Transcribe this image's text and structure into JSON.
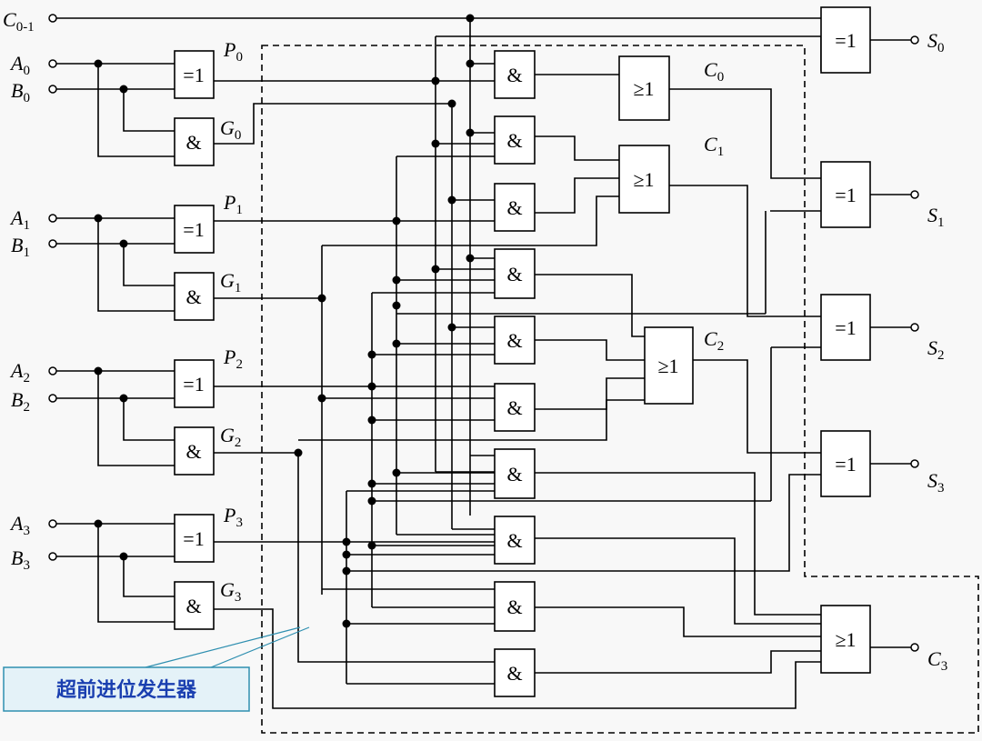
{
  "inputs": {
    "carry_in": {
      "name": "C",
      "sub": "0-1"
    },
    "a": [
      {
        "name": "A",
        "sub": "0"
      },
      {
        "name": "A",
        "sub": "1"
      },
      {
        "name": "A",
        "sub": "2"
      },
      {
        "name": "A",
        "sub": "3"
      }
    ],
    "b": [
      {
        "name": "B",
        "sub": "0"
      },
      {
        "name": "B",
        "sub": "1"
      },
      {
        "name": "B",
        "sub": "2"
      },
      {
        "name": "B",
        "sub": "3"
      }
    ]
  },
  "signals": {
    "p": [
      {
        "name": "P",
        "sub": "0"
      },
      {
        "name": "P",
        "sub": "1"
      },
      {
        "name": "P",
        "sub": "2"
      },
      {
        "name": "P",
        "sub": "3"
      }
    ],
    "g": [
      {
        "name": "G",
        "sub": "0"
      },
      {
        "name": "G",
        "sub": "1"
      },
      {
        "name": "G",
        "sub": "2"
      },
      {
        "name": "G",
        "sub": "3"
      }
    ],
    "c": [
      {
        "name": "C",
        "sub": "0"
      },
      {
        "name": "C",
        "sub": "1"
      },
      {
        "name": "C",
        "sub": "2"
      }
    ]
  },
  "outputs": {
    "s": [
      {
        "name": "S",
        "sub": "0"
      },
      {
        "name": "S",
        "sub": "1"
      },
      {
        "name": "S",
        "sub": "2"
      },
      {
        "name": "S",
        "sub": "3"
      }
    ],
    "carry_out": {
      "name": "C",
      "sub": "3"
    }
  },
  "gate_symbols": {
    "xor": "=1",
    "and": "&",
    "or": "≥1"
  },
  "callout": {
    "text": "超前进位发生器"
  },
  "colors": {
    "wire": "#000000",
    "callout_fill": "#e4f2f8",
    "callout_border": "#2f8fb0",
    "callout_text": "#1a3fb0"
  }
}
